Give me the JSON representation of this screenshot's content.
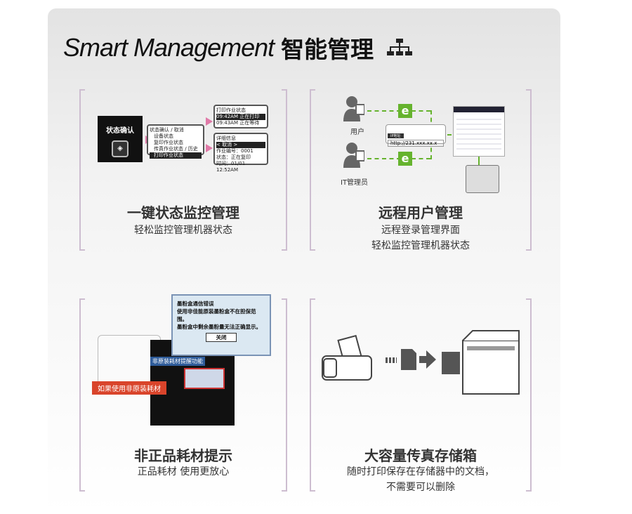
{
  "title": {
    "en": "Smart Management",
    "cn": "智能管理"
  },
  "features": [
    {
      "heading": "一键状态监控管理",
      "sub": [
        "轻松监控管理机器状态"
      ],
      "illustration": {
        "button_label": "状态确认",
        "menu": {
          "title": "状态确认 / 取消",
          "items": [
            "设备状态",
            "复印作业状态",
            "传真作业状态 / 历史",
            "打印作业状态"
          ]
        },
        "job_status": {
          "title": "打印作业状态",
          "rows": [
            "09:42AM 正在打印",
            "09:43AM 正在等待"
          ]
        },
        "detail": {
          "title": "详细信息",
          "rows": [
            "< 取消 >",
            "作业编号：0001",
            "状态：正在复印",
            "时间：01/01 12:52AM"
          ]
        }
      }
    },
    {
      "heading": "远程用户管理",
      "sub": [
        "远程登录管理界面",
        "轻松监控管理机器状态"
      ],
      "illustration": {
        "user_label": "用户",
        "admin_label": "IT管理员",
        "ip_label": "IP地址",
        "url": "http://231.xxx.xx.x",
        "e_icon": "e"
      }
    },
    {
      "heading": "非正品耗材提示",
      "sub": [
        "正品耗材  使用更放心"
      ],
      "illustration": {
        "dialog_lines": [
          "墨粉盒通信错误",
          "使用非佳能原装墨粉盒不在担保范围。",
          "墨粉盒中剩余墨粉量无法正确显示。"
        ],
        "close_label": "关闭",
        "feature_tag": "非原装耗材提醒功能",
        "arrow_label": "如果使用非原装耗材"
      }
    },
    {
      "heading": "大容量传真存储箱",
      "sub": [
        "随时打印保存在存储器中的文档，",
        "不需要可以删除"
      ]
    }
  ],
  "colors": {
    "bracket": "#cdbdd0",
    "green": "#66b32e",
    "arrow_pink": "#e07aa8",
    "warn_red": "#d9442b"
  }
}
